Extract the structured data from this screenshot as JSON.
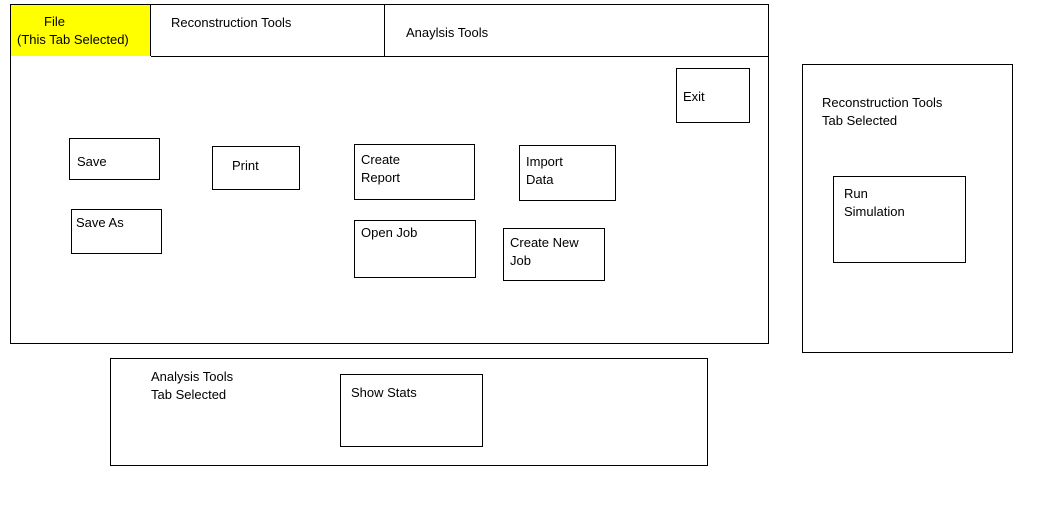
{
  "tabs": [
    {
      "line1": "File",
      "line2": "(This Tab Selected)"
    },
    {
      "label": "Reconstruction Tools"
    },
    {
      "label": "Anaylsis Tools"
    }
  ],
  "colors": {
    "selected_tab": "#ffff00",
    "border": "#000000"
  },
  "file_panel": {
    "exit": "Exit",
    "save": "Save",
    "save_as": "Save As",
    "print": "Print",
    "create_report": [
      "Create",
      "Report"
    ],
    "open_job": "Open Job",
    "import_data": [
      "Import",
      "Data"
    ],
    "create_new_job": [
      "Create New",
      "Job"
    ]
  },
  "reconstruction_panel": {
    "caption": [
      "Reconstruction Tools",
      "Tab Selected"
    ],
    "run_simulation": [
      "Run",
      "Simulation"
    ]
  },
  "analysis_panel": {
    "caption": [
      "Analysis Tools",
      "Tab Selected"
    ],
    "show_stats": "Show Stats"
  }
}
